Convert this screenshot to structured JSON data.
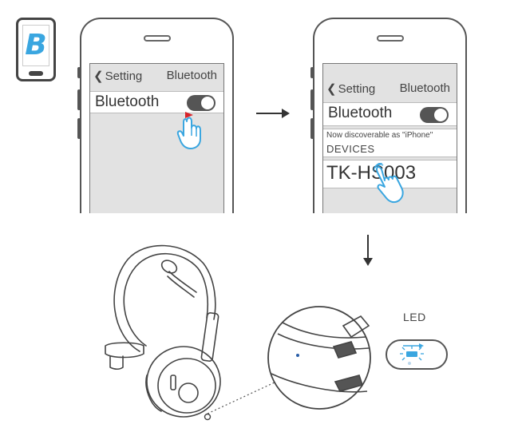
{
  "app_icon": {
    "glyph": "B",
    "name": "bluetooth-app-icon"
  },
  "phone1": {
    "nav_back": "Setting",
    "nav_title": "Bluetooth",
    "toggle_label": "Bluetooth",
    "toggle_on": true
  },
  "phone2": {
    "nav_back": "Setting",
    "nav_title": "Bluetooth",
    "toggle_label": "Bluetooth",
    "toggle_on": true,
    "discoverable_text": "Now discoverable as \"iPhone\"",
    "devices_header": "DEVICES",
    "device_name": "TK-HS003"
  },
  "led": {
    "label": "LED",
    "color": "#3aa6e0"
  },
  "colors": {
    "accent_blue": "#3aa6e0",
    "line": "#555555",
    "screen_bg": "#e2e2e2",
    "toggle_arrow": "#d8232a"
  }
}
